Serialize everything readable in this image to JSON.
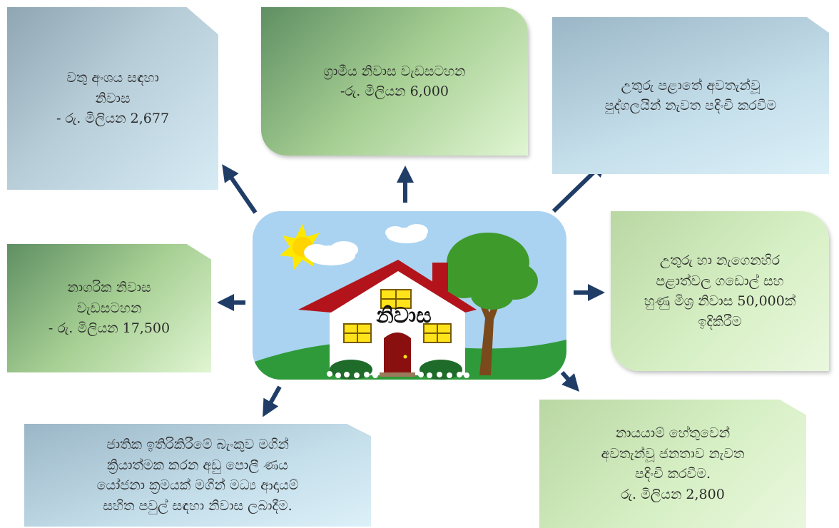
{
  "center": {
    "label": "නිවාස"
  },
  "boxes": {
    "top_left": {
      "lines": [
        "වතු අංශය සඳහා",
        "නිවාස",
        "- රු. මිලියන 2,677"
      ]
    },
    "top_center": {
      "lines": [
        "ග්‍රාමීය නිවාස වැඩසටහන",
        "-රු. මිලියන 6,000"
      ]
    },
    "top_right": {
      "lines": [
        "උතුරු පළාතේ අවතැන්වූ",
        "පුද්ගලයින් නැවත පදිංචි කරවීම"
      ]
    },
    "mid_left": {
      "lines": [
        "නාගරික නිවාස",
        "වැඩසටහන",
        "- රු. මිලියන 17,500"
      ]
    },
    "mid_right": {
      "lines": [
        "උතුරු හා නැගෙනහිර",
        "පළාත්වල ගඩොල් සහ",
        "හුණු මිශ්‍ර නිවාස 50,000ක්",
        "ඉදිකිරීම"
      ]
    },
    "bottom_left": {
      "lines": [
        "ජාතික ඉතිරිකිරීමේ බැංකුව මගින්",
        "ක්‍රියාත්මක කරන අඩු පොලී ණය",
        "යෝජනා ක්‍රමයක් මගින් මධ්‍ය ආදායම්",
        "සහිත පවුල් සඳහා නිවාස ලබාදීම."
      ]
    },
    "bottom_right": {
      "lines": [
        "නායයාම් හේතුවෙන්",
        "අවතැන්වූ ජනතාව නැවත",
        "පදිංචි කරවීම.",
        "රු. මිලියන 2,800"
      ]
    }
  },
  "colors": {
    "arrow": "#1f3d66",
    "blue_box": "#b7cdd8",
    "green_box": "#d6efc4",
    "house_roof": "#b3141b",
    "house_wall": "#ffffff",
    "door": "#8a1010",
    "window": "#ffe31a",
    "tree": "#3f9a2c",
    "sky": "#a9d3f1",
    "grass": "#2f9a3a"
  },
  "icons": {
    "center_image": "house-with-tree-illustration"
  }
}
